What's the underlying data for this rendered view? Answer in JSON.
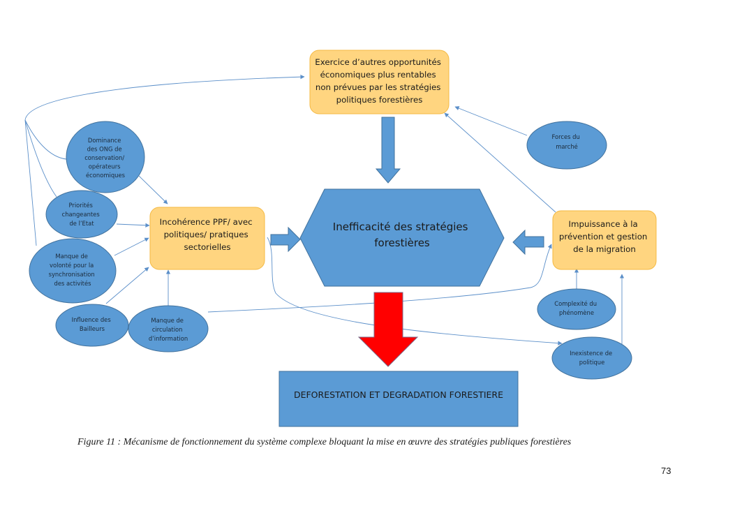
{
  "colors": {
    "blue_fill": "#5b9bd5",
    "blue_stroke": "#41719c",
    "orange_fill": "#ffd580",
    "orange_stroke": "#f4b942",
    "red_arrow": "#ff0000",
    "connector": "#5b8fc9"
  },
  "nodes": {
    "top_box": {
      "lines": [
        "Exercice d’autres opportunités",
        "économiques plus rentables",
        "non prévues par  les stratégies",
        "politiques forestières"
      ]
    },
    "left_box": {
      "lines": [
        "Incohérence PPF/ avec",
        "politiques/  pratiques",
        "sectorielles"
      ]
    },
    "right_box": {
      "lines": [
        "Impuissance à la",
        "prévention et gestion",
        "de la migration"
      ]
    },
    "center_hex": {
      "lines": [
        "Inefficacité des stratégies",
        "forestières"
      ]
    },
    "bottom_box": {
      "lines": [
        "DEFORESTATION ET DEGRADATION FORESTIERE"
      ]
    },
    "oval_dominance": {
      "lines": [
        "Dominance",
        "des ONG de",
        "conservation/",
        "opérateurs",
        "économiques"
      ]
    },
    "oval_priorites": {
      "lines": [
        "Priorités",
        "changeantes",
        "de l’Etat"
      ]
    },
    "oval_volonte": {
      "lines": [
        "Manque de",
        "volonté pour la",
        "synchronisation",
        "des activités"
      ]
    },
    "oval_bailleurs": {
      "lines": [
        "Influence des",
        "Bailleurs"
      ]
    },
    "oval_circulation": {
      "lines": [
        "Manque de",
        "circulation",
        "d’information"
      ]
    },
    "oval_forces": {
      "lines": [
        "Forces du",
        "marché"
      ]
    },
    "oval_complexite": {
      "lines": [
        "Complexité du",
        "phénomène"
      ]
    },
    "oval_inexistence": {
      "lines": [
        "Inexistence de",
        "politique"
      ]
    }
  },
  "caption": {
    "label": "Figure 11",
    "text": " : Mécanisme de fonctionnement du système complexe bloquant la mise en œuvre des stratégies publiques forestières"
  },
  "page_number": "73"
}
